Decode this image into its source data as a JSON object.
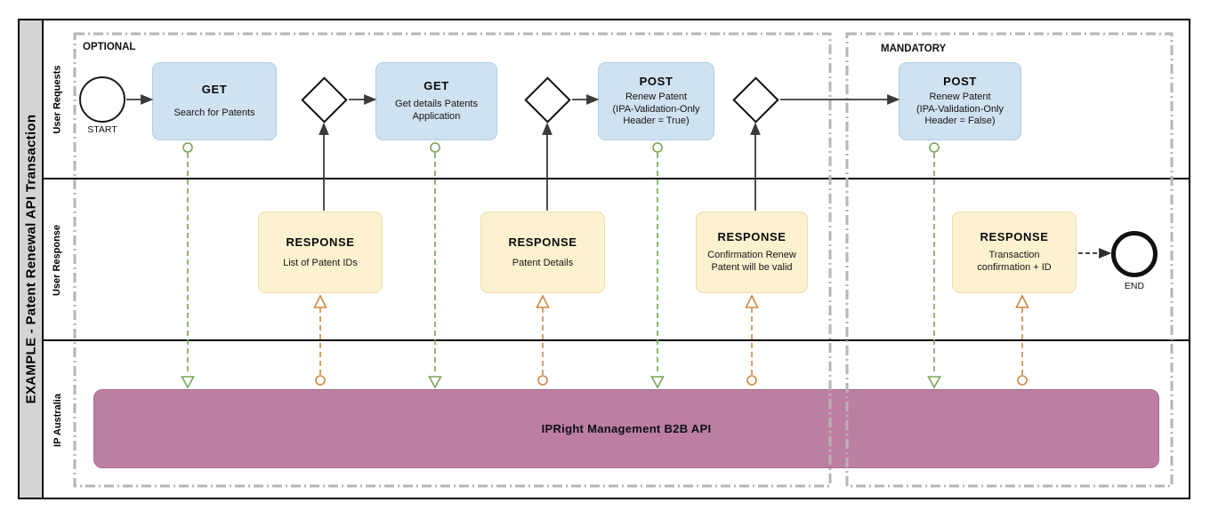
{
  "title": "EXAMPLE - Patent Renewal API Transaction",
  "lanes": [
    {
      "label": "User Requests"
    },
    {
      "label": "User Response"
    },
    {
      "label": "IP Australia"
    }
  ],
  "groups": [
    {
      "label": "OPTIONAL"
    },
    {
      "label": "MANDATORY"
    }
  ],
  "events": {
    "start": "START",
    "end": "END"
  },
  "tasks": [
    {
      "method": "GET",
      "description": "Search for Patents"
    },
    {
      "method": "GET",
      "description": "Get details Patents\nApplication"
    },
    {
      "method": "POST",
      "description": "Renew Patent\n(IPA-Validation-Only\nHeader = True)"
    },
    {
      "method": "POST",
      "description": "Renew Patent\n(IPA-Validation-Only\nHeader = False)"
    }
  ],
  "responses": [
    {
      "method": "RESPONSE",
      "description": "List of Patent IDs"
    },
    {
      "method": "RESPONSE",
      "description": "Patent Details"
    },
    {
      "method": "RESPONSE",
      "description": "Confirmation Renew\nPatent will be valid"
    },
    {
      "method": "RESPONSE",
      "description": "Transaction\nconfirmation + ID"
    }
  ],
  "api": {
    "label": "IPRight Management B2B API"
  },
  "colors": {
    "request_box": "#cfe2f2",
    "response_box": "#fdf2d0",
    "api_box": "#bd7fa1",
    "request_flow": "#7aa457",
    "response_flow": "#ca8a45",
    "group_border": "#b5b5b5",
    "title_bar": "#d4d4d4"
  }
}
